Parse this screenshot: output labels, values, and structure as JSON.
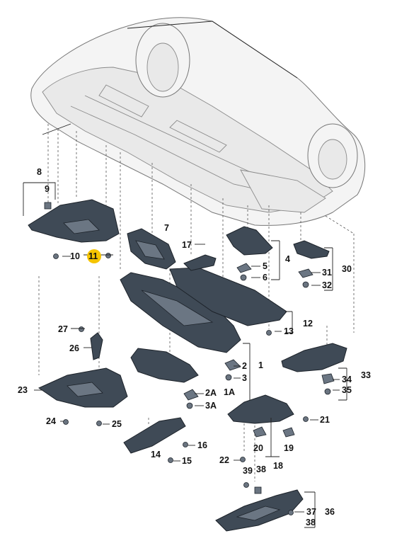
{
  "callouts": {
    "c1": "1",
    "c1A": "1A",
    "c2": "2",
    "c2A": "2A",
    "c3": "3",
    "c3A": "3A",
    "c4": "4",
    "c5": "5",
    "c6": "6",
    "c7": "7",
    "c8": "8",
    "c9": "9",
    "c10": "10",
    "c11": "11",
    "c12": "12",
    "c13": "13",
    "c14": "14",
    "c15": "15",
    "c16": "16",
    "c17": "17",
    "c18": "18",
    "c19": "19",
    "c20": "20",
    "c21": "21",
    "c22": "22",
    "c23": "23",
    "c24": "24",
    "c25": "25",
    "c26": "26",
    "c27": "27",
    "c30": "30",
    "c31": "31",
    "c32": "32",
    "c33": "33",
    "c34": "34",
    "c35": "35",
    "c36": "36",
    "c37": "37",
    "c38": "38",
    "c38b": "38",
    "c39": "39"
  },
  "highlight": {
    "callout": "11",
    "color": "#f5c400"
  },
  "colors": {
    "part_fill": "#3f4a56",
    "outline": "#1d232a",
    "vehicle_fill": "#f4f4f4"
  }
}
